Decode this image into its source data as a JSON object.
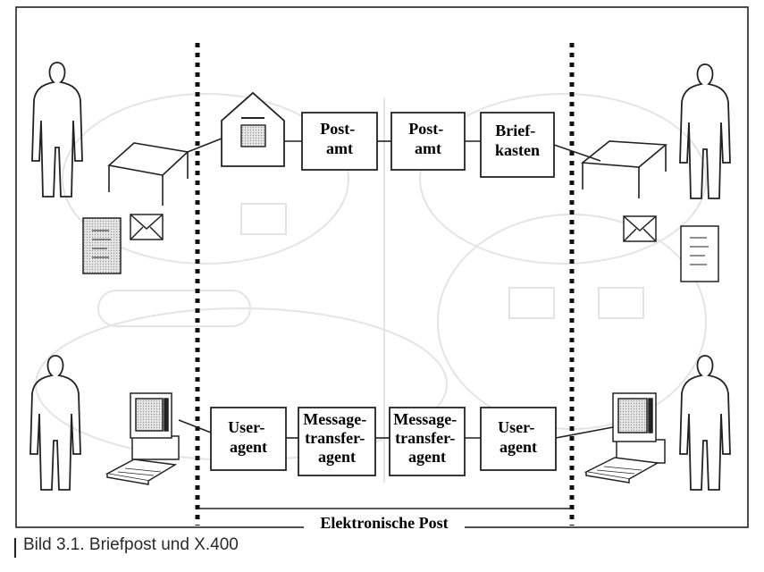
{
  "diagram": {
    "top_row": [
      {
        "id": "postamt-1",
        "lines": [
          "Post-",
          "amt"
        ]
      },
      {
        "id": "postamt-2",
        "lines": [
          "Post-",
          "amt"
        ]
      },
      {
        "id": "briefkasten",
        "lines": [
          "Brief-",
          "kasten"
        ]
      }
    ],
    "bottom_row": [
      {
        "id": "user-agent-left",
        "lines": [
          "User-",
          "agent"
        ]
      },
      {
        "id": "mta-1",
        "lines": [
          "Message-",
          "transfer-",
          "agent"
        ]
      },
      {
        "id": "mta-2",
        "lines": [
          "Message-",
          "transfer-",
          "agent"
        ]
      },
      {
        "id": "user-agent-right",
        "lines": [
          "User-",
          "agent"
        ]
      }
    ],
    "bottom_label": "Elektronische Post"
  },
  "caption": "Bild 3.1. Briefpost und X.400"
}
